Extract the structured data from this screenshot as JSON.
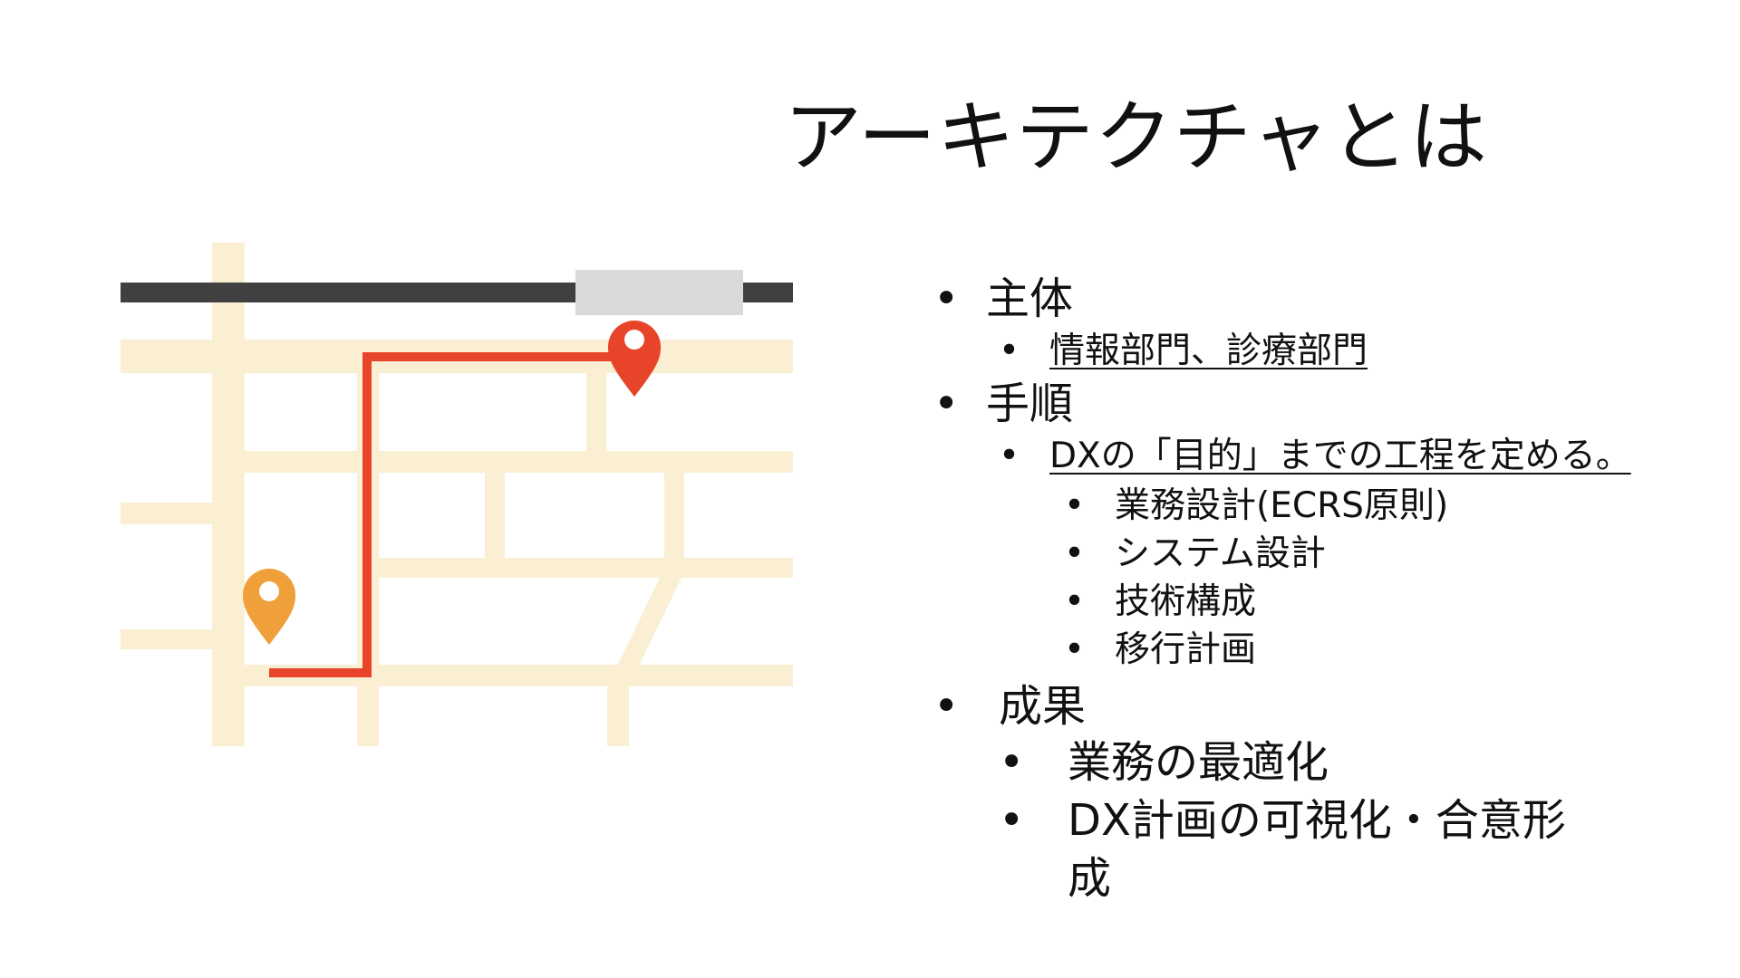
{
  "slide": {
    "title": "アーキテクチャとは",
    "colors": {
      "road": "#FAEFD2",
      "rail": "#404040",
      "station": "#D9D9D9",
      "route": "#E8442A",
      "pin_start": "#F0A03A",
      "pin_end": "#E8442A"
    },
    "map_icons": [
      "map-illustration",
      "start-pin-icon",
      "destination-pin-icon"
    ],
    "bullets": {
      "subject": {
        "label": "主体",
        "children": [
          "情報部門、診療部門"
        ]
      },
      "procedure": {
        "label": "手順",
        "step": "DXの「目的」までの工程を定める。",
        "substeps": [
          "業務設計(ECRS原則)",
          "システム設計",
          "技術構成",
          "移行計画"
        ]
      },
      "outcome": {
        "label": "成果",
        "children": [
          "業務の最適化",
          "DX計画の可視化・合意形成"
        ]
      }
    }
  }
}
